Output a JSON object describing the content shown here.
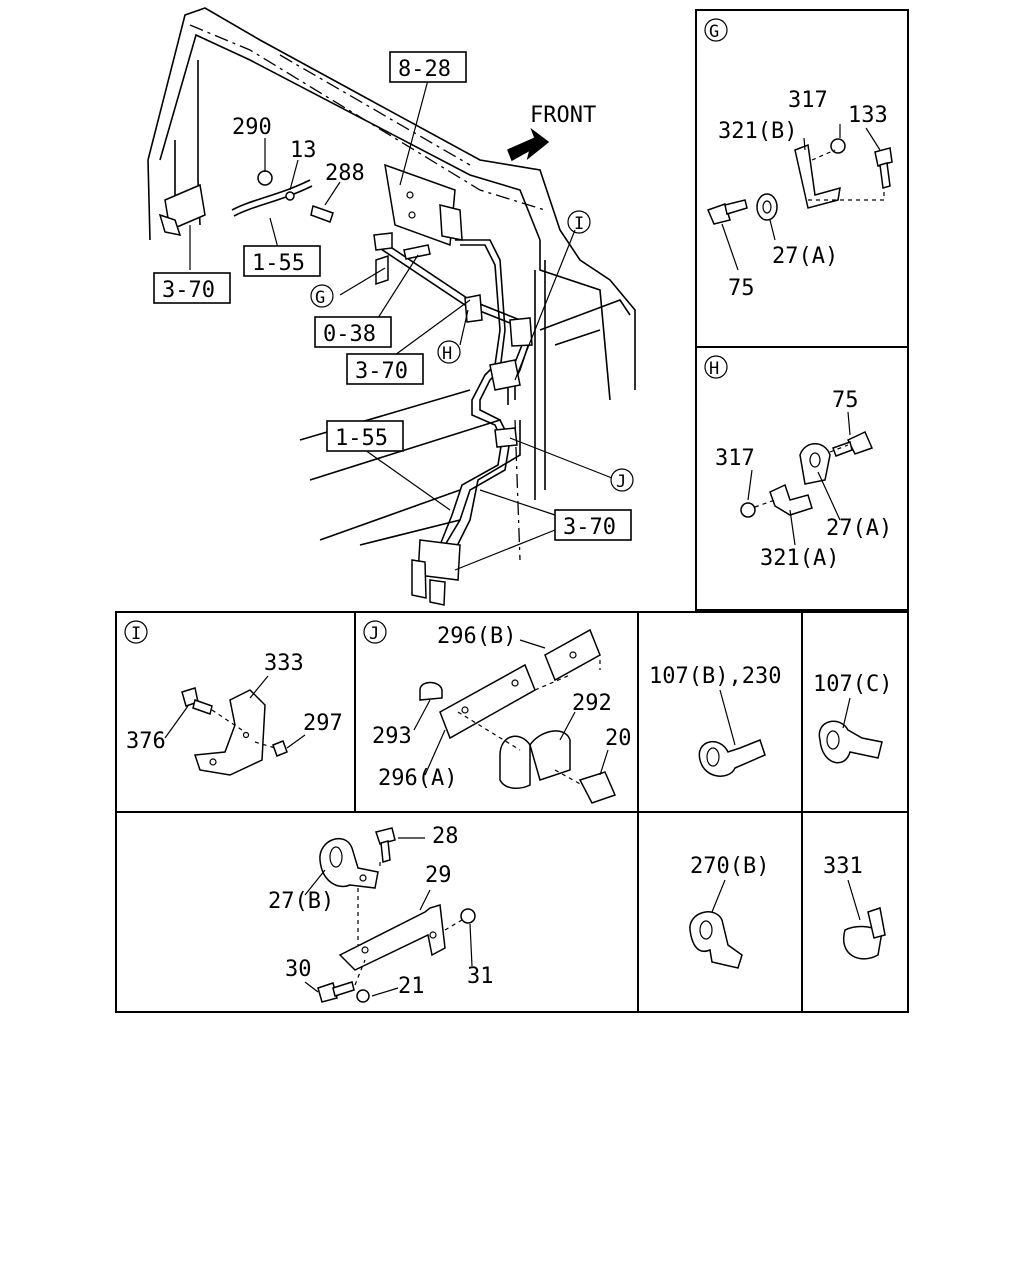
{
  "main": {
    "front_label": "FRONT",
    "ref_boxes": [
      "8-28",
      "1-55",
      "3-70",
      "0-38",
      "3-70",
      "1-55",
      "3-70"
    ],
    "part_labels": [
      "290",
      "13",
      "288"
    ],
    "callouts": [
      "G",
      "H",
      "I",
      "J"
    ]
  },
  "panel_g": {
    "letter": "G",
    "labels": [
      "317",
      "133",
      "321(B)",
      "75",
      "27(A)"
    ]
  },
  "panel_h": {
    "letter": "H",
    "labels": [
      "75",
      "317",
      "27(A)",
      "321(A)"
    ]
  },
  "panel_i": {
    "letter": "I",
    "labels": [
      "333",
      "376",
      "297"
    ]
  },
  "panel_j": {
    "letter": "J",
    "labels": [
      "296(B)",
      "292",
      "293",
      "20",
      "296(A)"
    ]
  },
  "panel_107b": {
    "labels": [
      "107(B),230"
    ]
  },
  "panel_107c": {
    "labels": [
      "107(C)"
    ]
  },
  "panel_bracket": {
    "labels": [
      "28",
      "29",
      "27(B)",
      "30",
      "21",
      "31"
    ]
  },
  "panel_270b": {
    "labels": [
      "270(B)"
    ]
  },
  "panel_331": {
    "labels": [
      "331"
    ]
  }
}
